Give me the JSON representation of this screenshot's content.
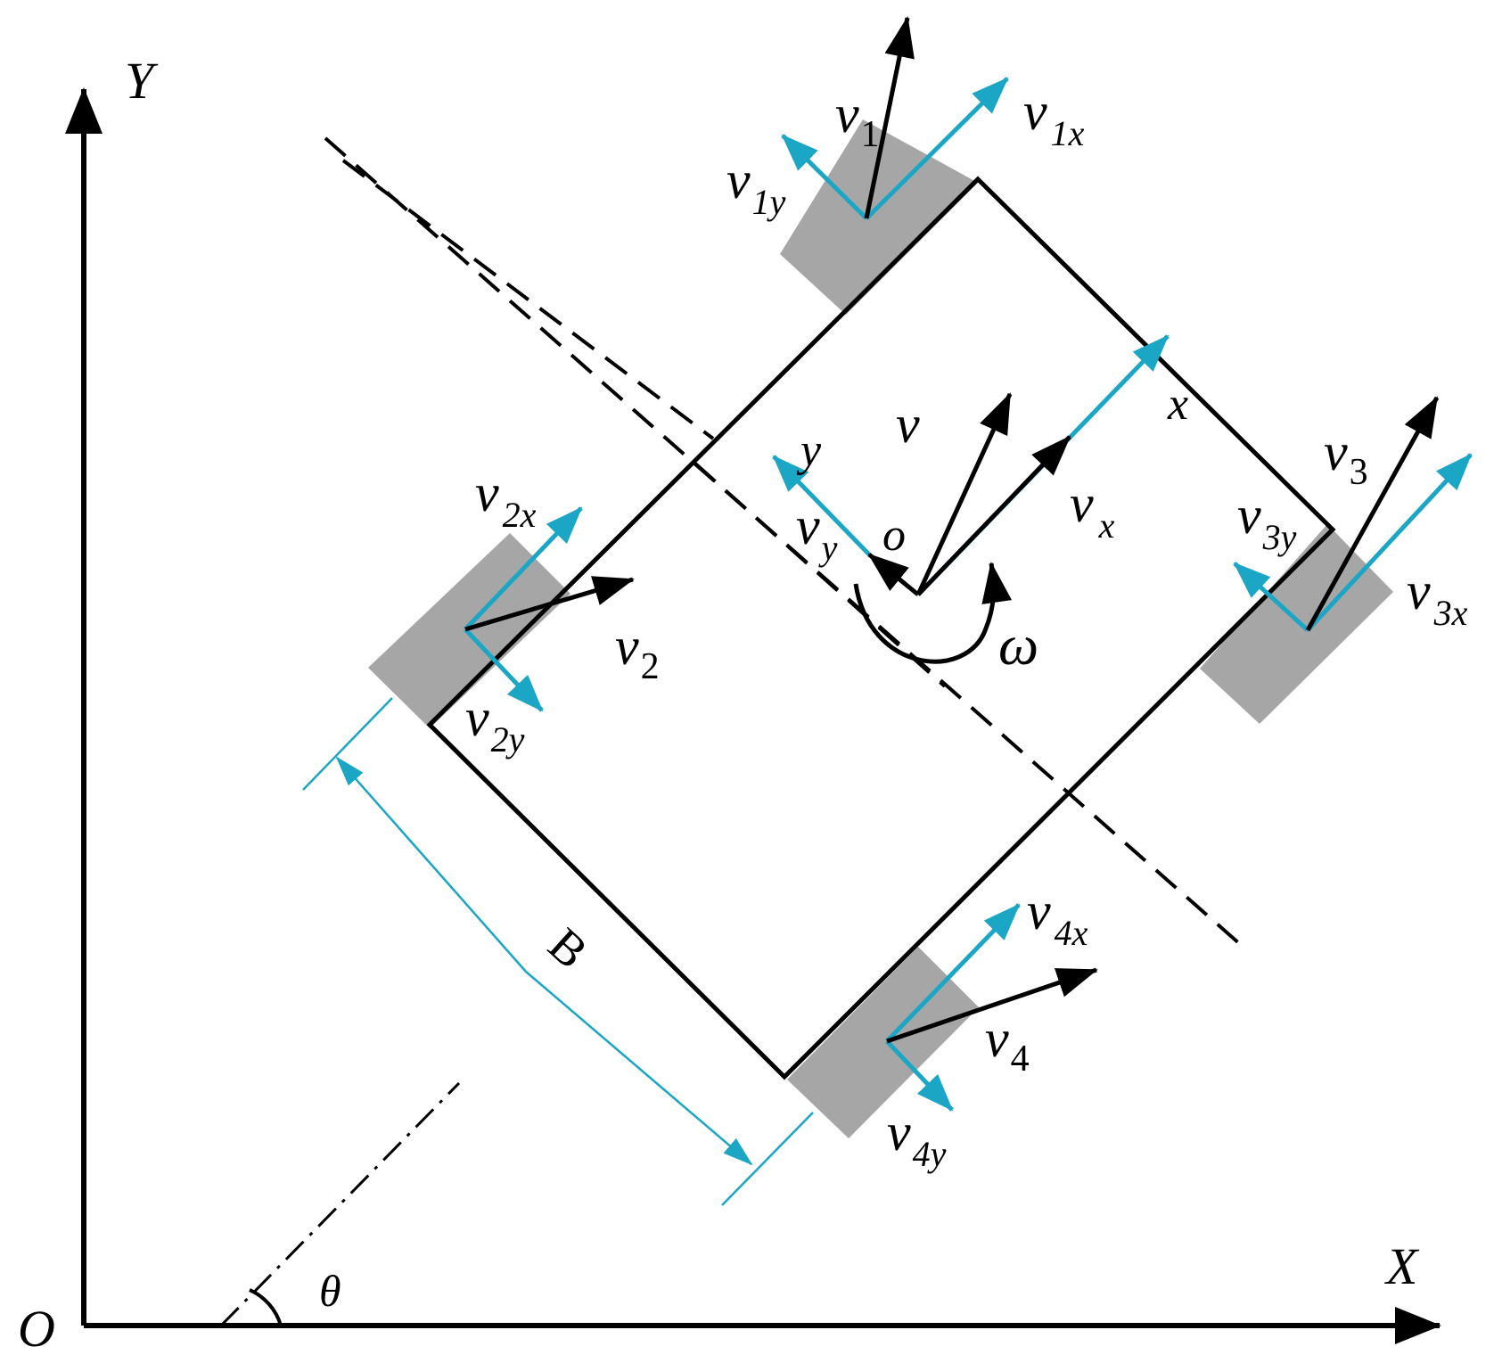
{
  "colors": {
    "ink": "#000000",
    "accent": "#1aa6c4",
    "wheel": "#a6a6a6"
  },
  "axes": {
    "origin_label": "O",
    "x_label": "X",
    "y_label": "Y",
    "angle_label": "θ"
  },
  "body": {
    "center_label": "o",
    "local_x": "x",
    "local_y": "y",
    "v": "v",
    "vx": {
      "base": "v",
      "sub": "x"
    },
    "vy": {
      "base": "v",
      "sub": "y"
    },
    "omega": "ω",
    "width_label": "B"
  },
  "wheels": {
    "w1": {
      "v": "v",
      "n": "1",
      "vx": "1x",
      "vy": "1y"
    },
    "w2": {
      "v": "v",
      "n": "2",
      "vx": "2x",
      "vy": "2y"
    },
    "w3": {
      "v": "v",
      "n": "3",
      "vx": "3x",
      "vy": "3y"
    },
    "w4": {
      "v": "v",
      "n": "4",
      "vx": "4x",
      "vy": "4y"
    }
  }
}
